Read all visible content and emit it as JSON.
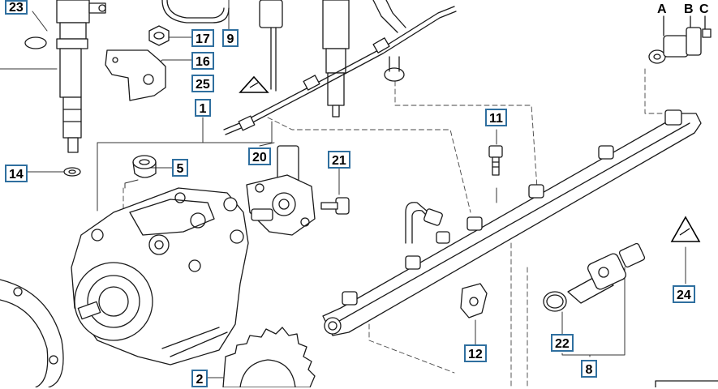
{
  "callouts": {
    "c23": "23",
    "c17": "17",
    "c9": "9",
    "c16": "16",
    "c25": "25",
    "c1": "1",
    "c14": "14",
    "c5": "5",
    "c20": "20",
    "c21": "21",
    "c11": "11",
    "c24": "24",
    "c22": "22",
    "c12": "12",
    "c8": "8",
    "c2": "2"
  },
  "variant_letters": {
    "a": "A",
    "b": "B",
    "c": "C"
  },
  "colors": {
    "callout_border": "#2f6f9f",
    "line": "#1a1a1a",
    "fill": "#ffffff"
  },
  "icons": [
    "warning-triangle-icon"
  ]
}
